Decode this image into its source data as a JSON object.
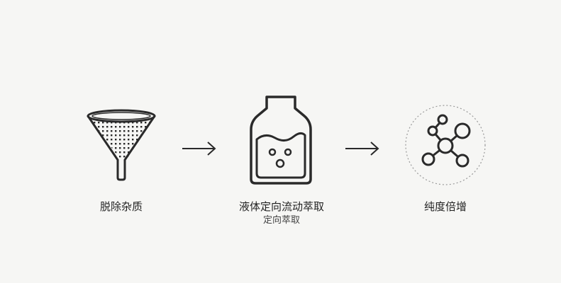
{
  "steps": [
    {
      "label": "脱除杂质",
      "icon": "funnel-filter-icon"
    },
    {
      "label": "液体定向流动萃取",
      "sublabel": "定向萃取",
      "icon": "liquid-flask-icon"
    },
    {
      "label": "纯度倍增",
      "icon": "molecule-icon"
    }
  ],
  "arrows": [
    {
      "icon": "arrow-right-icon"
    },
    {
      "icon": "arrow-right-icon"
    }
  ],
  "colors": {
    "stroke": "#2a2a2a",
    "background": "#f6f6f4"
  }
}
